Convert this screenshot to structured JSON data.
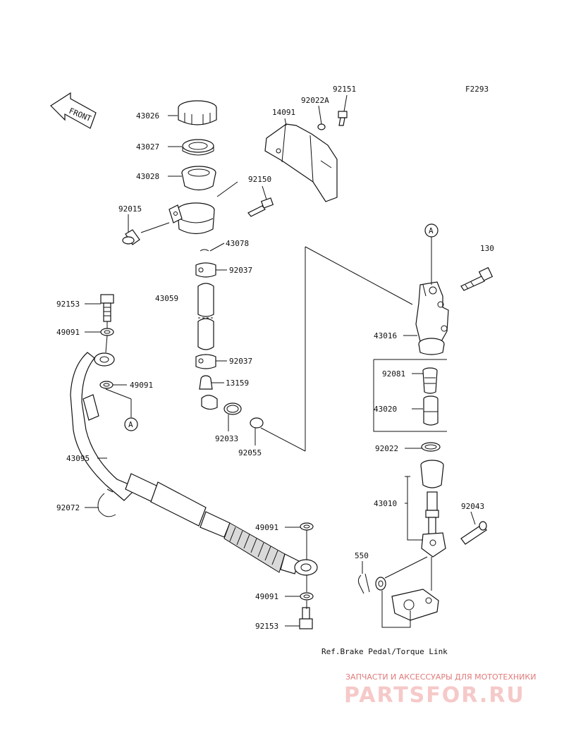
{
  "figure_code": "F2293",
  "front_label": "FRONT",
  "reference_note": "Ref.Brake Pedal/Torque Link",
  "watermark": {
    "tagline": "ЗАПЧАСТИ И АКСЕССУАРЫ ДЛЯ МОТОТЕХНИКИ",
    "brand": "PARTSFOR.RU"
  },
  "markers": [
    "A",
    "A"
  ],
  "parts": [
    "43026",
    "43027",
    "43028",
    "92015",
    "14091",
    "92022A",
    "92151",
    "92150",
    "43078",
    "92037",
    "43059",
    "92037",
    "13159",
    "92033",
    "92055",
    "92153",
    "49091",
    "49091",
    "43095",
    "92072",
    "130",
    "43016",
    "92081",
    "43020",
    "92022",
    "43010",
    "92043",
    "550",
    "49091",
    "49091",
    "92153"
  ]
}
